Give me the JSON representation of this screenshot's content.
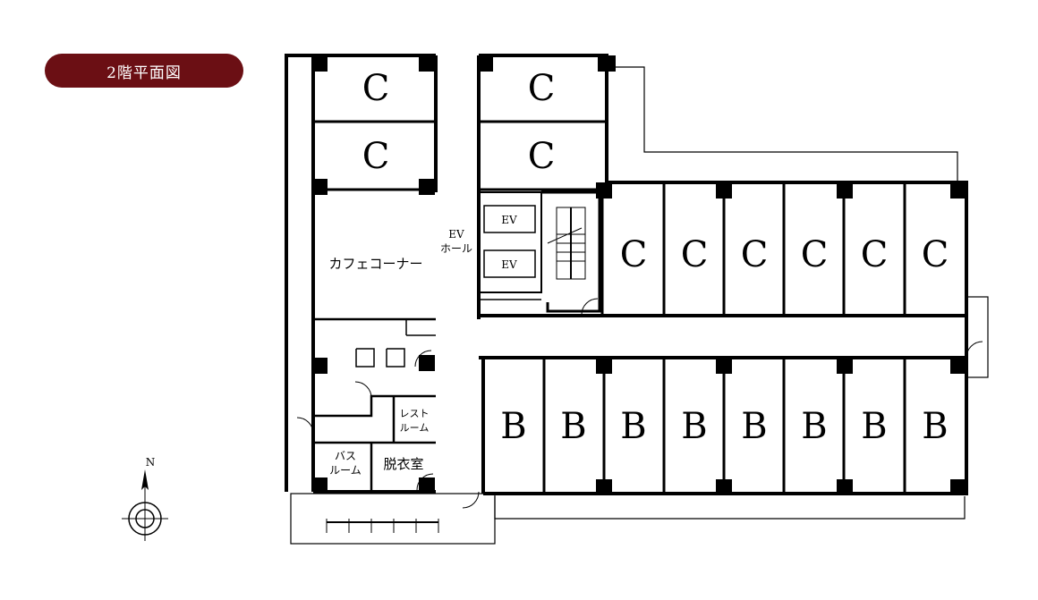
{
  "floor_label": "2階平面図",
  "rooms_c_top": [
    "C",
    "C",
    "C",
    "C"
  ],
  "rooms_c_row": [
    "C",
    "C",
    "C",
    "C",
    "C",
    "C"
  ],
  "rooms_b_row": [
    "B",
    "B",
    "B",
    "B",
    "B",
    "B",
    "B",
    "B"
  ],
  "ev_label": "EV",
  "ev_hall": [
    "EV",
    "ホール"
  ],
  "cafe_corner": "カフェコーナー",
  "restroom": [
    "レスト",
    "ルーム"
  ],
  "bathroom": [
    "バス",
    "ルーム"
  ],
  "dressing_room": "脱衣室",
  "north": "N",
  "colors": {
    "badge": "#6b0f14",
    "wall": "#000000"
  }
}
